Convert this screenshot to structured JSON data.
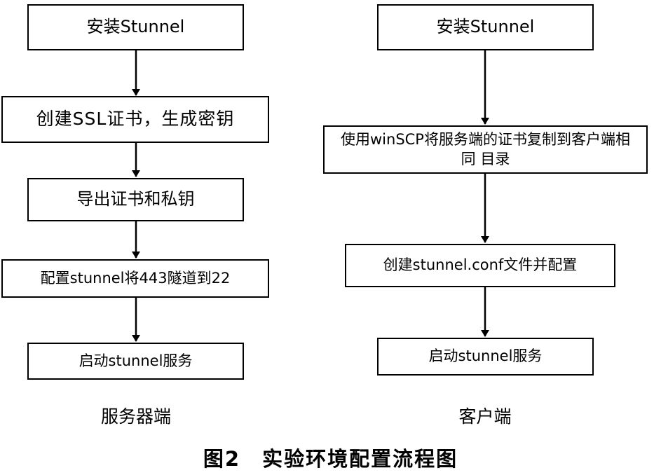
{
  "server": {
    "steps": [
      "安装Stunnel",
      "创建SSL证书，生成密钥",
      "导出证书和私钥",
      "配置stunnel将443隧道到22",
      "启动stunnel服务"
    ],
    "caption": "服务器端"
  },
  "client": {
    "steps": [
      "安装Stunnel",
      "使用winSCP将服务端的证书复制到客户端相同 目录",
      "创建stunnel.conf文件并配置",
      "启动stunnel服务"
    ],
    "caption": "客户端"
  },
  "figure_title": "图2　实验环境配置流程图"
}
